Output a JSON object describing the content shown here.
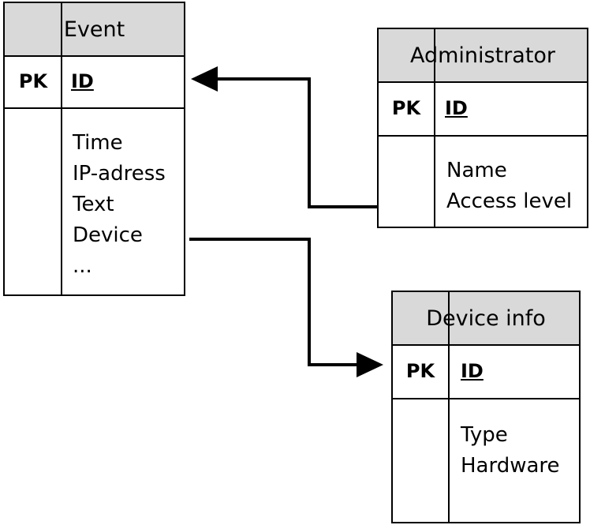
{
  "entities": {
    "event": {
      "title": "Event",
      "pk_label": "PK",
      "pk_field": "ID",
      "attributes": [
        "Time",
        "IP-adress",
        "Text",
        "Device",
        "..."
      ]
    },
    "administrator": {
      "title": "Administrator",
      "pk_label": "PK",
      "pk_field": "ID",
      "attributes": [
        "Name",
        "Access level"
      ]
    },
    "device_info": {
      "title": "Device info",
      "pk_label": "PK",
      "pk_field": "ID",
      "attributes": [
        "Type",
        "Hardware"
      ]
    }
  },
  "relationships": [
    {
      "from": "Administrator",
      "to": "Event"
    },
    {
      "from": "Event.Device",
      "to": "Device info"
    }
  ]
}
